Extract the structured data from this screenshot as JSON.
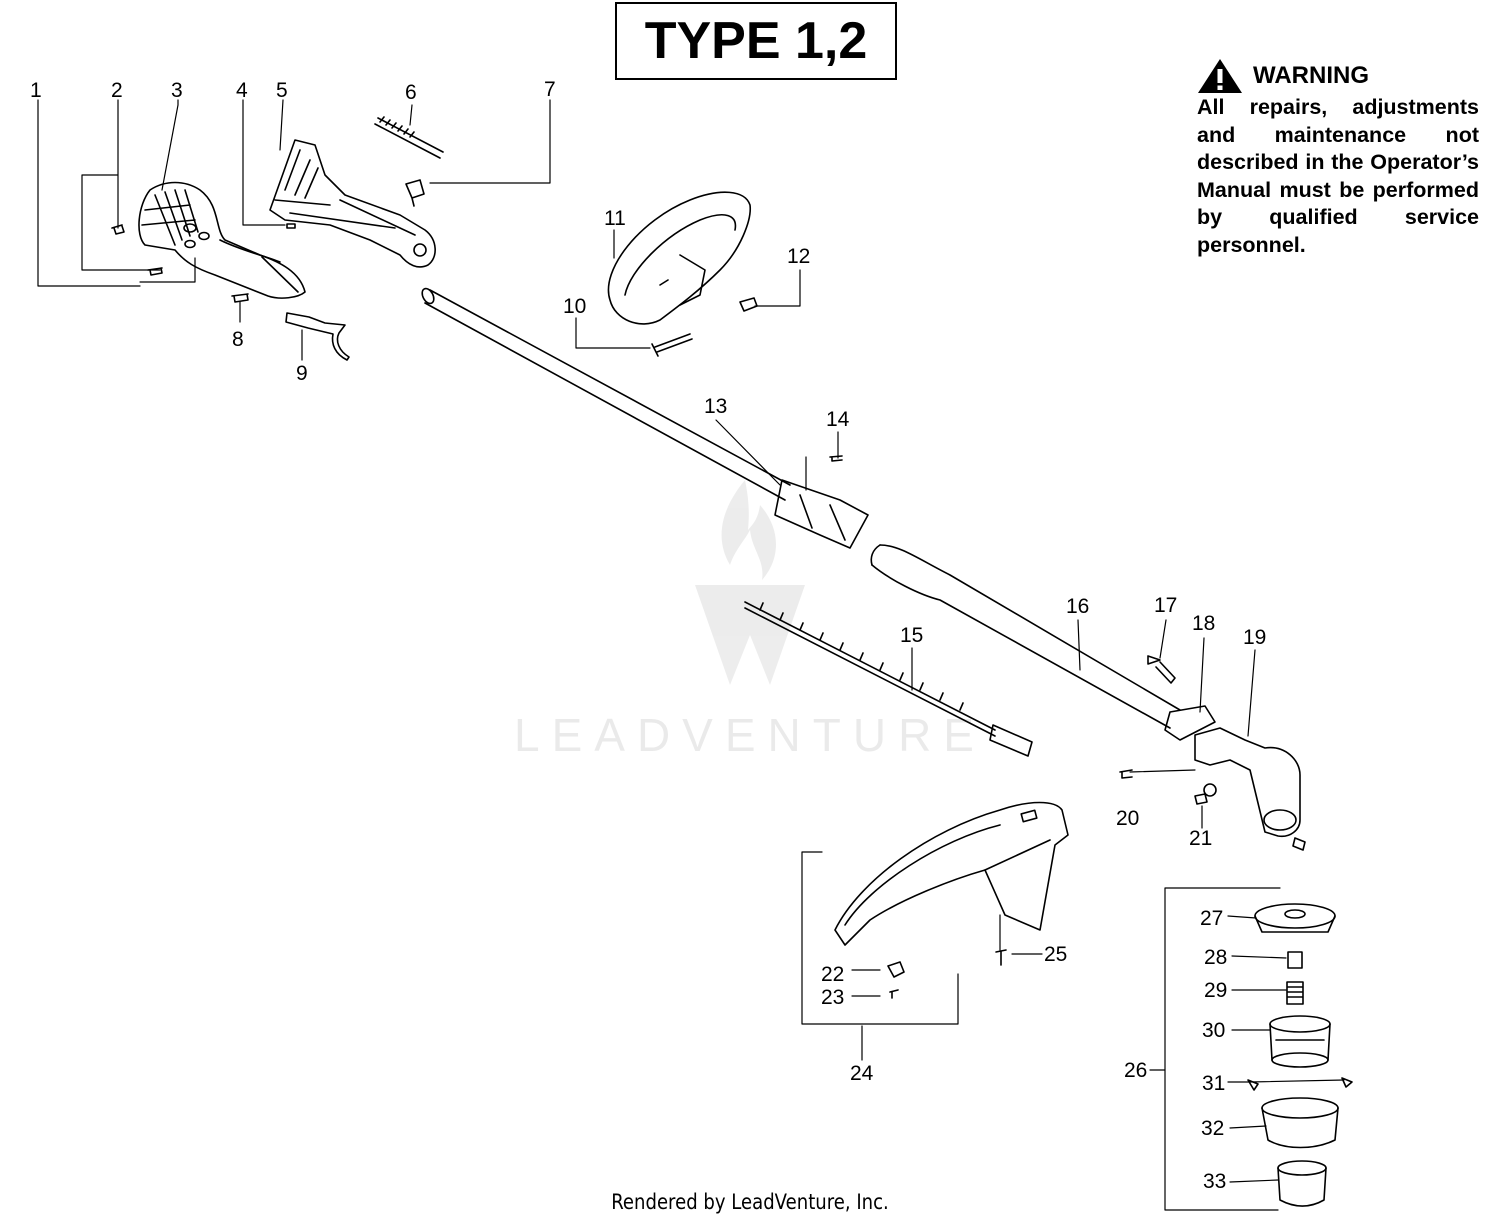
{
  "title": "TYPE 1,2",
  "warning": {
    "heading": "WARNING",
    "text": "All repairs, adjustments and maintenance not described in the Operator’s Manual must be performed by qualified service personnel."
  },
  "watermark": "LEADVENTURE",
  "footer": "Rendered by LeadVenture, Inc.",
  "callouts": [
    "1",
    "2",
    "3",
    "4",
    "5",
    "6",
    "7",
    "8",
    "9",
    "10",
    "11",
    "12",
    "13",
    "14",
    "15",
    "16",
    "17",
    "18",
    "19",
    "20",
    "21",
    "22",
    "23",
    "24",
    "25",
    "26",
    "27",
    "28",
    "29",
    "30",
    "31",
    "32",
    "33"
  ],
  "icons": {
    "warning": "warning-triangle-icon",
    "watermark": "leadventure-logo-icon"
  }
}
